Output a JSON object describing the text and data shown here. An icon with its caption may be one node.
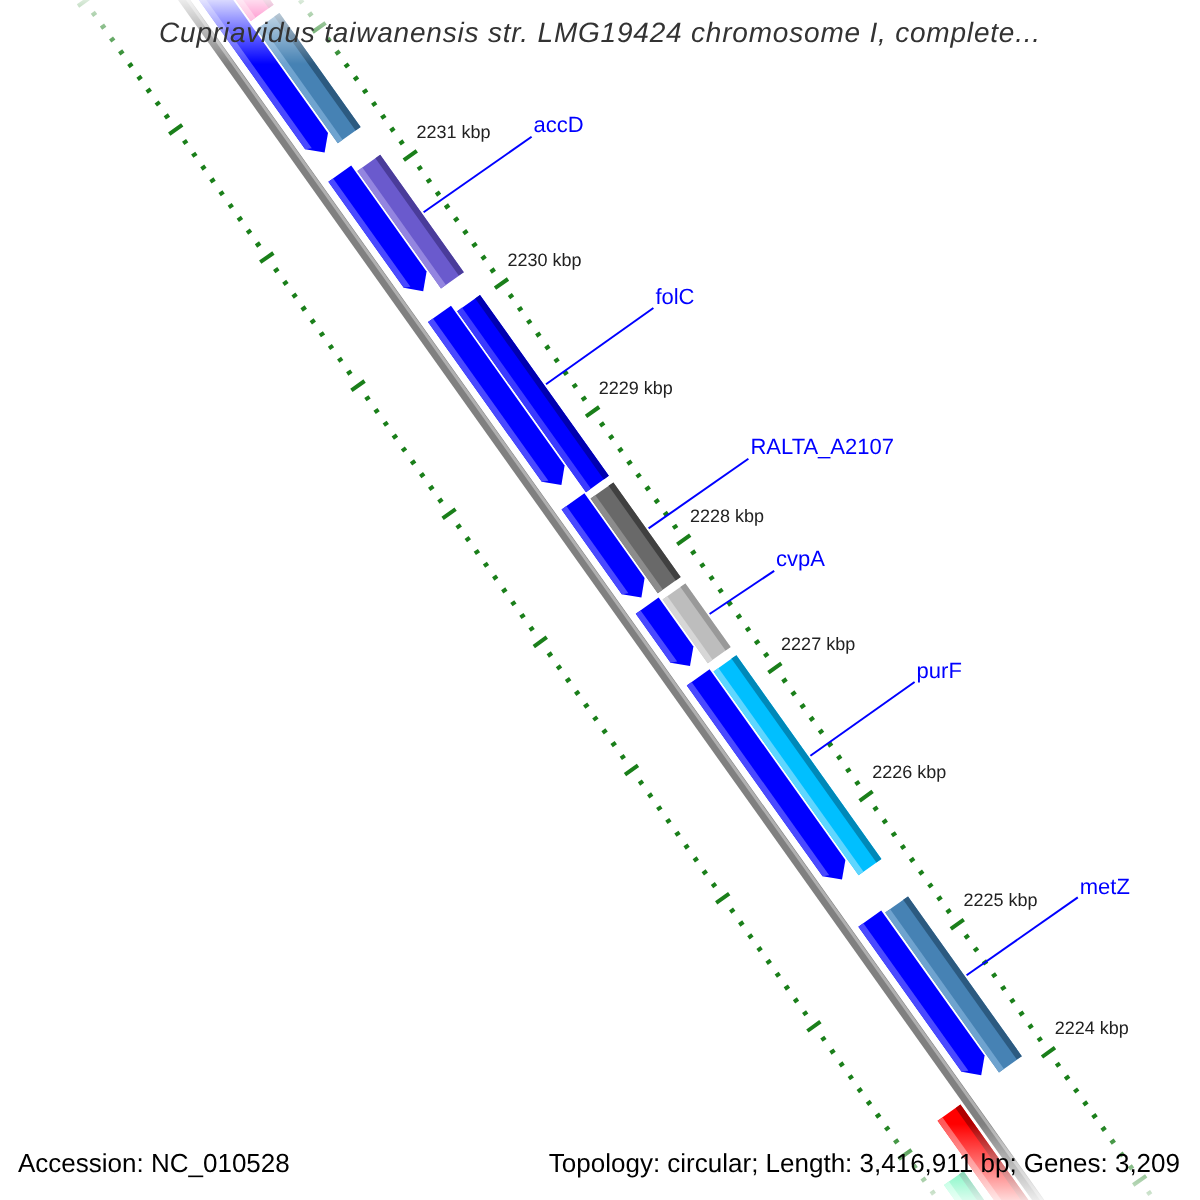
{
  "diagram": {
    "title": "Cupriavidus taiwanensis str. LMG19424 chromosome I, complete...",
    "nodes": [
      {
        "text": [
          "accD"
        ]
      },
      {
        "text": [
          "folC"
        ]
      },
      {
        "text": [
          "RALTA_A2107"
        ]
      },
      {
        "text": [
          "cvpA"
        ]
      },
      {
        "text": [
          "purF"
        ]
      },
      {
        "text": [
          "metZ"
        ]
      },
      {
        "text": [],
        "shape": "bar"
      },
      {
        "text": [],
        "shape": "pentagon"
      },
      {
        "text": [],
        "shape": "bar"
      },
      {
        "text": [],
        "shape": "pentagon"
      },
      {
        "text": [],
        "shape": "bar"
      },
      {
        "text": [],
        "shape": "pentagon"
      },
      {
        "text": [],
        "shape": "bar"
      },
      {
        "text": [],
        "shape": "pentagon"
      },
      {
        "text": [],
        "shape": "bar"
      },
      {
        "text": [],
        "shape": "pentagon"
      },
      {
        "text": [],
        "shape": "bar"
      },
      {
        "text": [],
        "shape": "pentagon"
      },
      {
        "text": [],
        "shape": "bar"
      },
      {
        "text": [],
        "shape": "pentagon"
      },
      {
        "text": [],
        "shape": "bar"
      },
      {
        "text": [],
        "shape": "bar"
      },
      {
        "text": [],
        "shape": "bar"
      }
    ],
    "edges": [
      {
        "from": 0,
        "to": 10,
        "arrow": "none"
      },
      {
        "from": 1,
        "to": 12,
        "arrow": "none"
      },
      {
        "from": 2,
        "to": 14,
        "arrow": "none"
      },
      {
        "from": 3,
        "to": 16,
        "arrow": "none"
      },
      {
        "from": 4,
        "to": 18,
        "arrow": "none"
      },
      {
        "from": 5,
        "to": 20,
        "arrow": "none"
      }
    ],
    "labels": [
      "2231 kbp",
      "2230 kbp",
      "2229 kbp",
      "2228 kbp",
      "2227 kbp",
      "2226 kbp",
      "2225 kbp",
      "2224 kbp",
      "Accession: NC_010528",
      "Topology: circular; Length: 3,416,911 bp; Genes: 3,209"
    ]
  }
}
